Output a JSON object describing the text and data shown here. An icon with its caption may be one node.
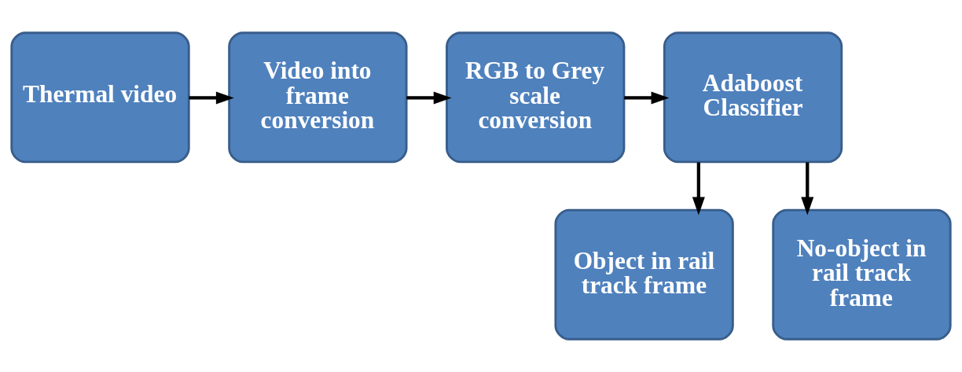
{
  "diagram": {
    "nodes": [
      {
        "text": [
          "Thermal video"
        ]
      },
      {
        "text": [
          "Video into frame conversion"
        ]
      },
      {
        "text": [
          "RGB to Grey scale conversion"
        ]
      },
      {
        "text": [
          "Adaboost Classifier"
        ]
      },
      {
        "text": [
          "Object in rail track frame"
        ]
      },
      {
        "text": [
          "No-object in rail track frame"
        ]
      }
    ],
    "edges": [
      {
        "from": 0,
        "to": 1,
        "arrow": "to"
      },
      {
        "from": 1,
        "to": 2,
        "arrow": "to"
      },
      {
        "from": 2,
        "to": 3,
        "arrow": "to"
      },
      {
        "from": 3,
        "to": 4,
        "arrow": "to"
      },
      {
        "from": 3,
        "to": 5,
        "arrow": "to"
      }
    ]
  }
}
